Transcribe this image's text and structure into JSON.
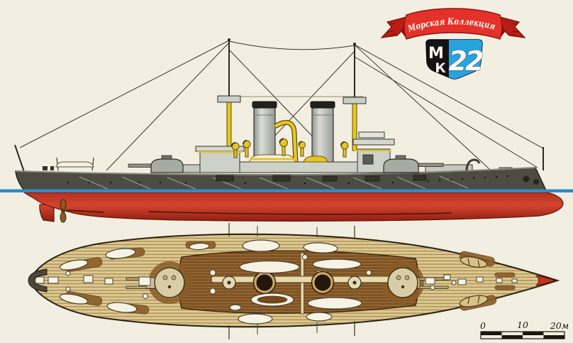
{
  "publication": {
    "banner_title": "Морская Коллекция",
    "badge": {
      "letter_top": "М",
      "letter_bottom": "К",
      "issue_number": "22"
    }
  },
  "scale_bar": {
    "tick_0": "0",
    "tick_10": "10",
    "tick_20": "20м"
  },
  "illustration": {
    "side_view_name": "battleship-side-profile",
    "plan_view_name": "battleship-deck-plan"
  },
  "colors": {
    "paper": "#f2efe2",
    "banner_red": "#e4312a",
    "badge_blue": "#2aa2de",
    "badge_black": "#131313",
    "waterline_blue": "#2e8bca",
    "hull_grey": "#4d4c42",
    "underwater_red": "#c23522",
    "deck_tan": "#dcc98f",
    "deck_brown": "#8a5c26",
    "accent_yellow": "#e7c71f"
  }
}
